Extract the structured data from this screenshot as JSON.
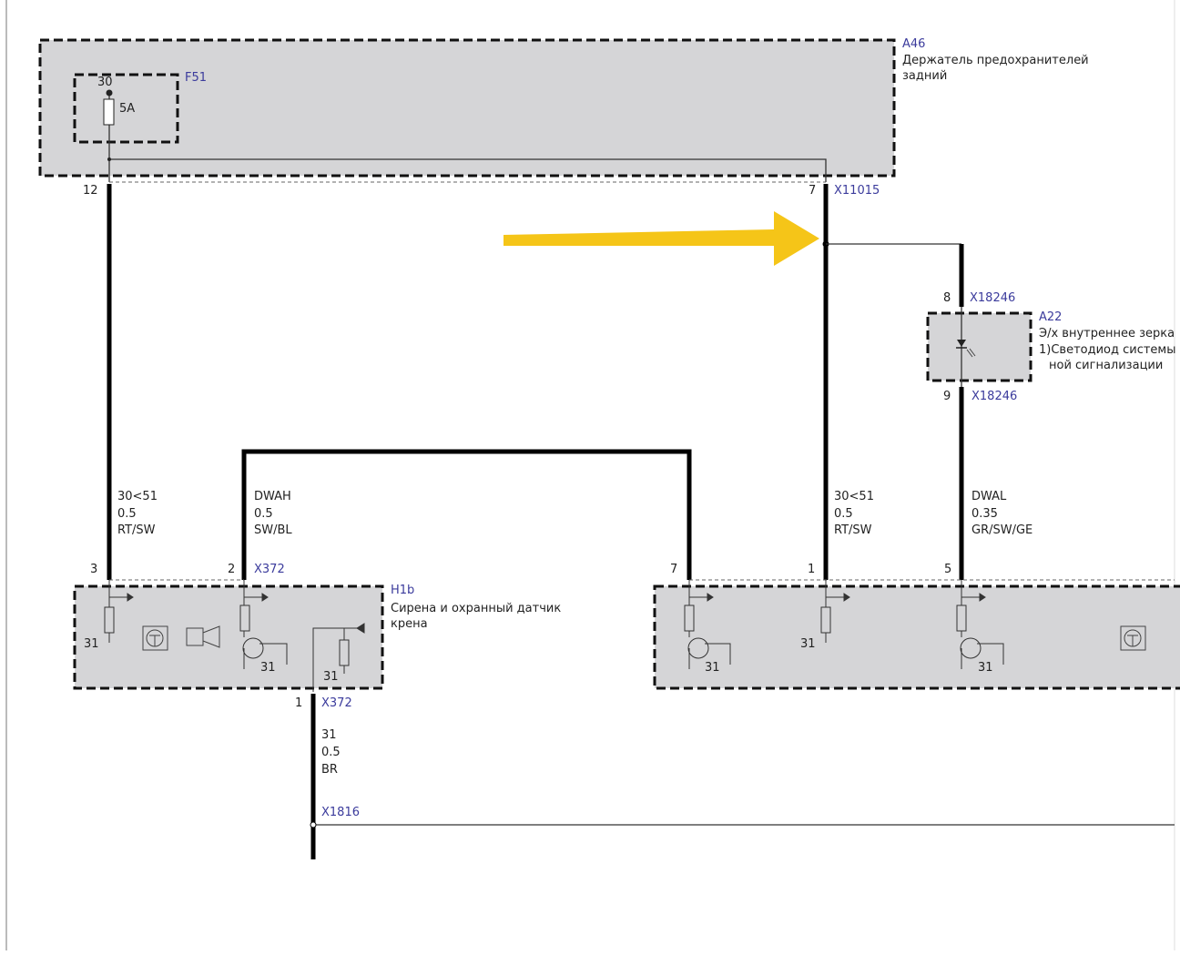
{
  "modules": {
    "a46": {
      "id": "A46",
      "desc1": "Держатель предохранителей",
      "desc2": "задний"
    },
    "f51": {
      "id": "F51",
      "pin": "30",
      "rating": "5A"
    },
    "a22": {
      "id": "A22",
      "desc1": "Э/х внутреннее зерка",
      "desc2": "1)Светодиод системы",
      "desc3": "ной сигнализации"
    },
    "h1b": {
      "id": "H1b",
      "desc1": "Сирена и охранный датчик",
      "desc2": "крена"
    }
  },
  "connectors": {
    "a46_left_pin": "12",
    "x11015": {
      "id": "X11015",
      "pin": "7"
    },
    "x18246_top": {
      "id": "X18246",
      "pin": "8"
    },
    "x18246_bottom": {
      "id": "X18246",
      "pin": "9"
    },
    "x372_top": {
      "id": "X372",
      "pin3": "3",
      "pin2": "2"
    },
    "right_pins": {
      "p7": "7",
      "p1": "1",
      "p5": "5"
    },
    "x372_bottom": {
      "id": "X372",
      "pin": "1"
    },
    "x1816": {
      "id": "X1816"
    }
  },
  "wires": [
    {
      "signal": "30<51",
      "gauge": "0.5",
      "color": "RT/SW"
    },
    {
      "signal": "DWAH",
      "gauge": "0.5",
      "color": "SW/BL"
    },
    {
      "signal": "30<51",
      "gauge": "0.5",
      "color": "RT/SW"
    },
    {
      "signal": "DWAL",
      "gauge": "0.35",
      "color": "GR/SW/GE"
    },
    {
      "signal": "31",
      "gauge": "0.5",
      "color": "BR"
    }
  ],
  "ground_labels": [
    "31",
    "31",
    "31",
    "31",
    "31",
    "31"
  ],
  "colors": {
    "highlight_arrow": "#f5c518",
    "label_blue": "#3b3b9c",
    "module_fill": "#d5d5d7"
  }
}
